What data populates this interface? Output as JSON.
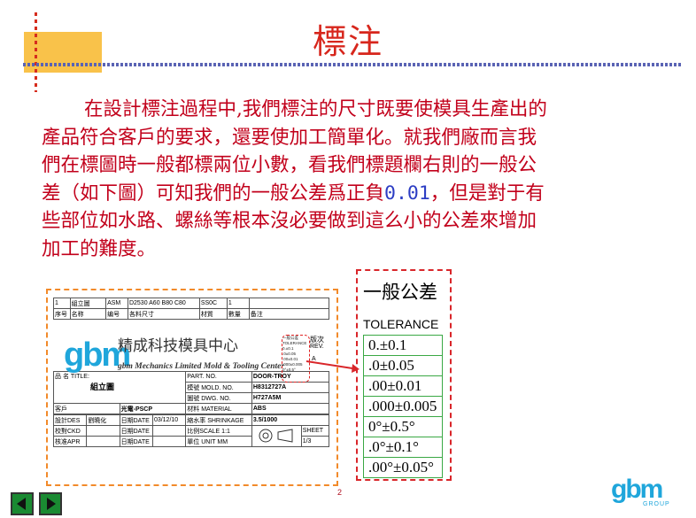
{
  "slide": {
    "title": "標注",
    "page_number": "2"
  },
  "body": {
    "line1_before": "在設計標注過程中,我們標注的尺寸既要使模具生產出的",
    "line2": "產品符合客戶的要求，還要使加工簡單化。就我們廠而言我",
    "line3": "們在標圖時一般都標兩位小數，看我們標題欄右則的一般公",
    "line4_a": "差（如下圖）可知我們的一般公差爲正負",
    "line4_num": "0.01",
    "line4_b": "，但是對于有",
    "line5": "些部位如水路、螺絲等根本沒必要做到這么小的公差來增加",
    "line6": "加工的難度。"
  },
  "title_block": {
    "row1": [
      "1",
      "組立圖",
      "ASM",
      "D2530 A60 B80 C80",
      "SS0C",
      "1",
      ""
    ],
    "row2": [
      "序号",
      "名称",
      "编号",
      "各料尺寸",
      "材質",
      "數量",
      "备注"
    ],
    "logo": "gbm",
    "company_cn": "精成科技模具中心",
    "company_en": "gbm Mechanics Limited Mold & Tooling Center",
    "mini_tol_head": "一般公差",
    "mini_tol_rev": "版次",
    "mini_tol_rev_en": "REV.",
    "mini_tol_lines": [
      "TOLERANCE",
      "0.±0.1",
      ".0±0.05",
      ".00±0.01",
      ".000±0.005",
      "0°±0.5°",
      ".0°±0.1°",
      ".00°±0.05°"
    ],
    "mini_tol_letter": "A",
    "part_name_label": "品 名 TITLE:",
    "part_name": "組立圖",
    "part_no_label": "PART. NO.",
    "part_no": "DOOR-TROY",
    "mold_no_label": "模號 MOLD. NO.",
    "mold_no": "H8312727A",
    "dwg_no_label": "圖號 DWG. NO.",
    "dwg_no": "H727A5M",
    "customer_label": "客戶",
    "customer": "光電-PSCP",
    "material_label": "材料 MATERIAL",
    "material": "ABS",
    "design_label": "設計DES",
    "designer": "劉曉化",
    "date_label": "日期DATE",
    "date": "03/12/10",
    "shrink_label": "縮水率 SHRINKAGE",
    "shrink": "3.5/1000",
    "check_label": "校對CKD",
    "scale_label": "比例SCALE",
    "scale": "1:1",
    "sheet_label": "SHEET",
    "approve_label": "核准APR",
    "unit_label": "單位 UNIT",
    "unit": "MM",
    "sheet": "1/3"
  },
  "tolerance_panel": {
    "heading": "一般公差",
    "heading_en": "TOLERANCE",
    "rows": [
      "0.±0.1",
      ".0±0.05",
      ".00±0.01",
      ".000±0.005",
      "0°±0.5°",
      ".0°±0.1°",
      ".00°±0.05°"
    ]
  },
  "footer": {
    "logo": "gbm",
    "group": "GROUP"
  },
  "colors": {
    "title_red": "#d7261c",
    "body_red": "#c2001b",
    "accent_orange": "#f9c24a",
    "brand_blue": "#1fa6db",
    "nav_green": "#1a8a32"
  }
}
